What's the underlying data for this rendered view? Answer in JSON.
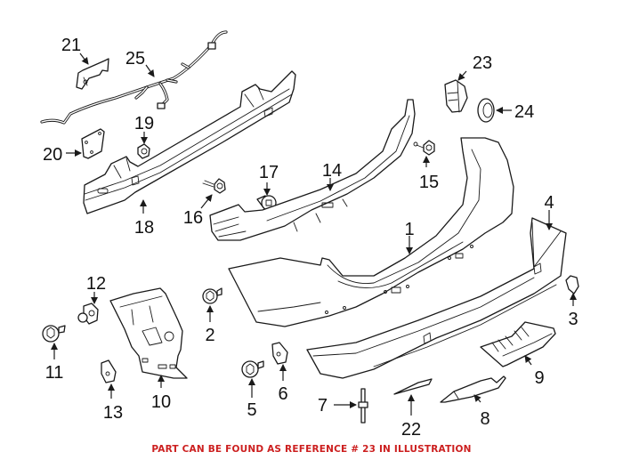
{
  "diagram": {
    "title": "Rear bumper assembly exploded parts diagram",
    "callouts": [
      {
        "ref": "1",
        "part": "bumper-cover"
      },
      {
        "ref": "2",
        "part": "bolt"
      },
      {
        "ref": "3",
        "part": "clip"
      },
      {
        "ref": "4",
        "part": "lower-valance"
      },
      {
        "ref": "5",
        "part": "bolt"
      },
      {
        "ref": "6",
        "part": "clip"
      },
      {
        "ref": "7",
        "part": "stud"
      },
      {
        "ref": "8",
        "part": "bracket"
      },
      {
        "ref": "9",
        "part": "skid-plate"
      },
      {
        "ref": "10",
        "part": "side-bracket"
      },
      {
        "ref": "11",
        "part": "bolt"
      },
      {
        "ref": "12",
        "part": "nut"
      },
      {
        "ref": "13",
        "part": "clip"
      },
      {
        "ref": "14",
        "part": "energy-absorber"
      },
      {
        "ref": "15",
        "part": "bolt"
      },
      {
        "ref": "16",
        "part": "bolt"
      },
      {
        "ref": "17",
        "part": "push-retainer"
      },
      {
        "ref": "18",
        "part": "reinforcement-bar"
      },
      {
        "ref": "19",
        "part": "nut"
      },
      {
        "ref": "20",
        "part": "plate"
      },
      {
        "ref": "21",
        "part": "bracket"
      },
      {
        "ref": "22",
        "part": "reflector-strip"
      },
      {
        "ref": "23",
        "part": "sensor-holder"
      },
      {
        "ref": "24",
        "part": "sensor-ring"
      },
      {
        "ref": "25",
        "part": "wiring-harness"
      }
    ],
    "highlighted_reference": "23"
  },
  "footer": {
    "note": "PART CAN BE FOUND AS REFERENCE # 23 IN ILLUSTRATION",
    "note_color": "#cc1f1f"
  }
}
